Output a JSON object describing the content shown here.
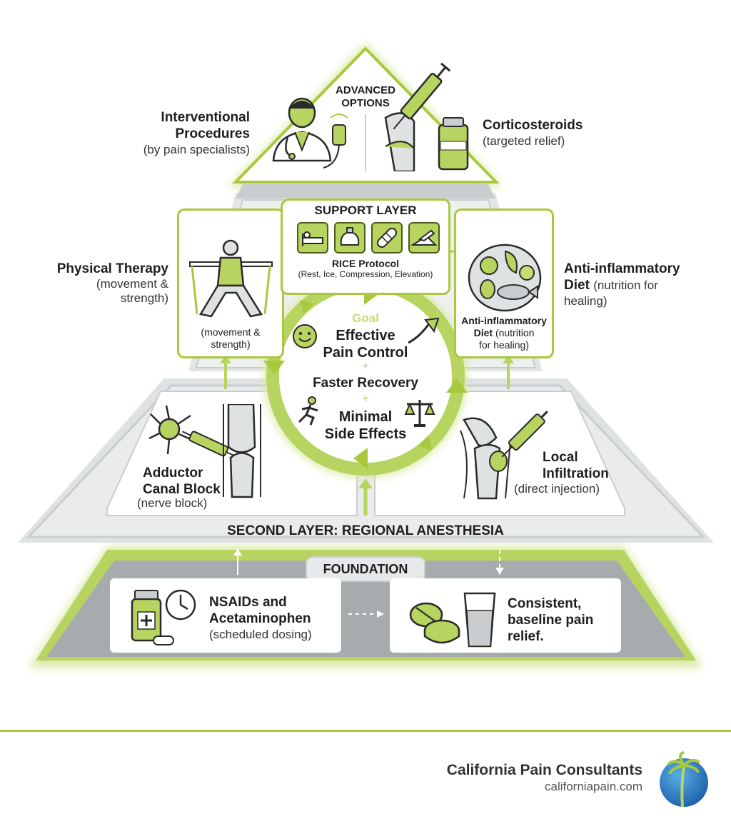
{
  "top": {
    "badge_line1": "ADVANCED",
    "badge_line2": "OPTIONS",
    "interventional_title_1": "Interventional",
    "interventional_title_2": "Procedures",
    "interventional_sub": "(by pain specialists)",
    "cortico_title": "Corticosteroids",
    "cortico_sub": "(targeted relief)"
  },
  "support": {
    "heading": "SUPPORT LAYER",
    "rice_title": "RICE Protocol",
    "rice_sub": "(Rest, Ice, Compression, Elevation)",
    "pt_title": "Physical Therapy",
    "pt_sub_1": "(movement &",
    "pt_sub_2": "strength)",
    "pt_box_1": "(movement &",
    "pt_box_2": "strength)",
    "diet_title_1": "Anti-inflammatory",
    "diet_title_2": "Diet",
    "diet_sub_inline": "(nutrition for",
    "diet_sub_2": "healing)",
    "diet_box_1": "Anti-inflammatory",
    "diet_box_2": "Diet",
    "diet_box_2b": "(nutrition",
    "diet_box_3": "for healing)"
  },
  "goal": {
    "label": "Goal",
    "line1": "Effective",
    "line2": "Pain Control",
    "plus1": "+",
    "line3": "Faster Recovery",
    "plus2": "+",
    "line4": "Minimal",
    "line5": "Side Effects"
  },
  "regional": {
    "heading": "SECOND LAYER: REGIONAL ANESTHESIA",
    "adductor_1": "Adductor",
    "adductor_2": "Canal Block",
    "adductor_sub": "(nerve block)",
    "local_1": "Local",
    "local_2": "Infiltration",
    "local_sub": "(direct injection)"
  },
  "foundation": {
    "heading": "FOUNDATION",
    "nsaid_1": "NSAIDs and",
    "nsaid_2": "Acetaminophen",
    "nsaid_sub": "(scheduled dosing)",
    "relief_1": "Consistent,",
    "relief_2": "baseline pain",
    "relief_3": "relief."
  },
  "footer": {
    "company": "California Pain Consultants",
    "url": "californiapain.com"
  },
  "colors": {
    "accent": "#a8c93d",
    "accent_light": "#c5dd74",
    "gray": "#c9cdcf",
    "gray_dark": "#9fa5a8",
    "logo_blue": "#2a7fc4"
  }
}
